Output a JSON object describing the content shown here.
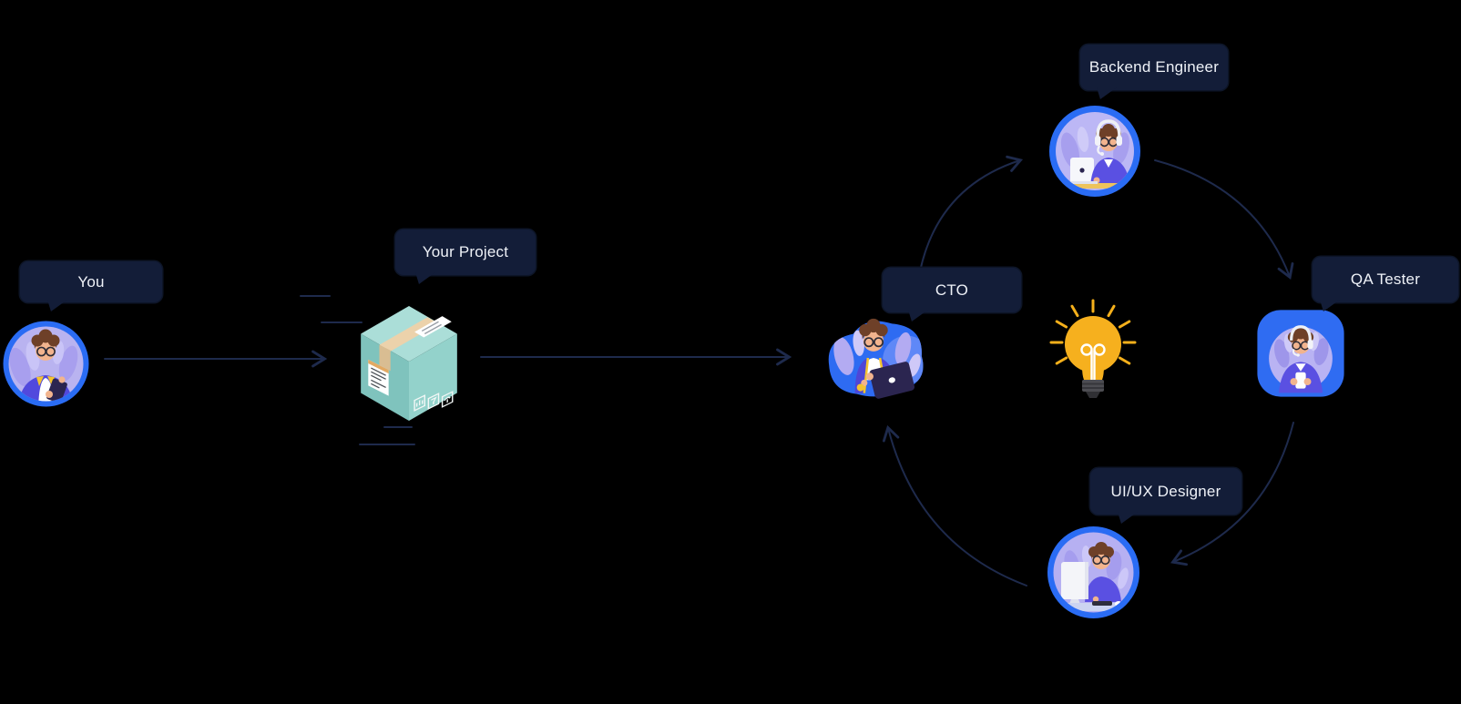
{
  "diagram": {
    "nodes": {
      "you": {
        "label": "You",
        "icon": "person-with-tablet-avatar"
      },
      "your_project": {
        "label": "Your Project",
        "icon": "package-box-icon"
      },
      "cto": {
        "label": "CTO",
        "icon": "person-with-laptop-illustration"
      },
      "backend_engineer": {
        "label": "Backend Engineer",
        "icon": "person-headphones-laptop-avatar"
      },
      "qa_tester": {
        "label": "QA Tester",
        "icon": "person-headset-phone-avatar"
      },
      "uiux_designer": {
        "label": "UI/UX Designer",
        "icon": "person-at-monitor-avatar"
      }
    },
    "center_icon": "lightbulb-idea-icon",
    "edges": [
      {
        "from": "you",
        "to": "your_project",
        "style": "straight-arrow"
      },
      {
        "from": "your_project",
        "to": "cto",
        "style": "straight-arrow"
      },
      {
        "from": "cto",
        "to": "backend_engineer",
        "style": "curved-arrow"
      },
      {
        "from": "backend_engineer",
        "to": "qa_tester",
        "style": "curved-arrow"
      },
      {
        "from": "qa_tester",
        "to": "uiux_designer",
        "style": "curved-arrow"
      },
      {
        "from": "uiux_designer",
        "to": "cto",
        "style": "curved-arrow"
      }
    ],
    "colors": {
      "background": "#000000",
      "bubble": "#131d38",
      "bubble_text": "#eef1f7",
      "arrow": "#1e2a4c",
      "avatar_ring_blue": "#2a6cf4",
      "avatar_interior_lavender": "#b9b3f0",
      "person_shirt_indigo": "#5a50e2",
      "jacket_indigo": "#4f46d6",
      "trim_yellow": "#f4c430",
      "bulb_yellow": "#f6b01e",
      "box_teal": "#93d2cb"
    }
  }
}
